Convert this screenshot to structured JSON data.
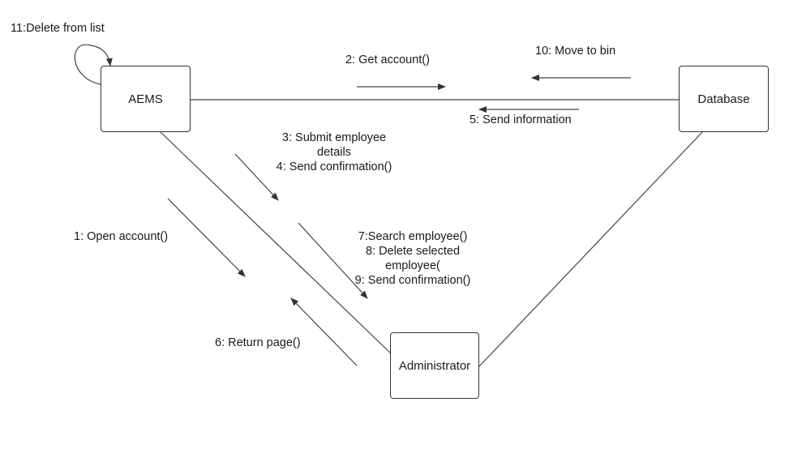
{
  "nodes": {
    "aems": "AEMS",
    "database": "Database",
    "administrator": "Administrator"
  },
  "messages": {
    "m11": "11:Delete from list",
    "m2": "2: Get account()",
    "m10": "10: Move to bin",
    "m5": "5: Send information",
    "m3_line1": "3: Submit employee",
    "m3_line2": "details",
    "m4": "4: Send confirmation()",
    "m1": "1: Open account()",
    "m7": "7:Search employee()",
    "m8_line1": "8: Delete selected",
    "m8_line2": "employee(",
    "m9": "9: Send confirmation()",
    "m6": "6: Return page()"
  }
}
